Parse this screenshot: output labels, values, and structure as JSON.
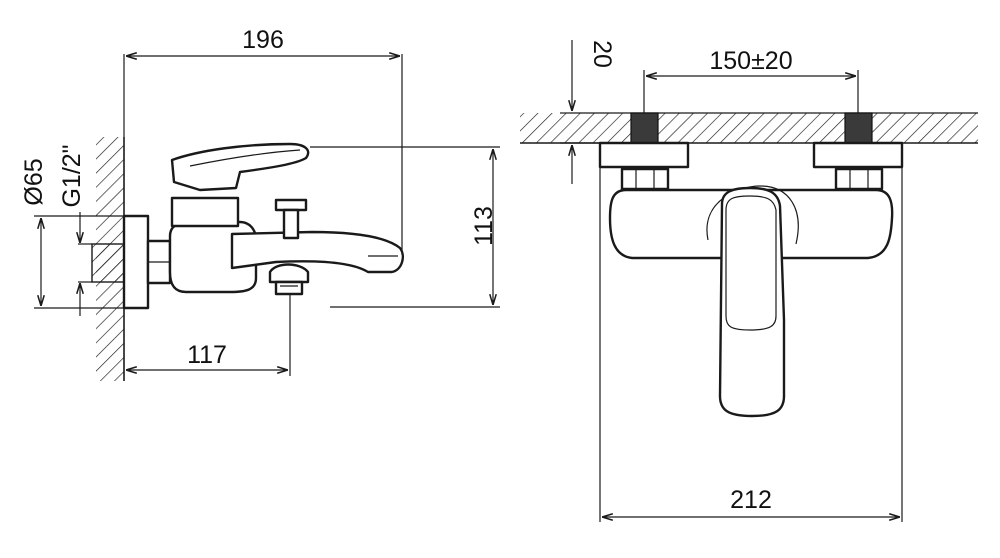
{
  "dimensions": {
    "side_width": "196",
    "side_height": "113",
    "spout_reach": "117",
    "flange_diameter": "Ø65",
    "thread": "G1/2\"",
    "top_offset": "20",
    "center_distance": "150±20",
    "total_width": "212"
  }
}
